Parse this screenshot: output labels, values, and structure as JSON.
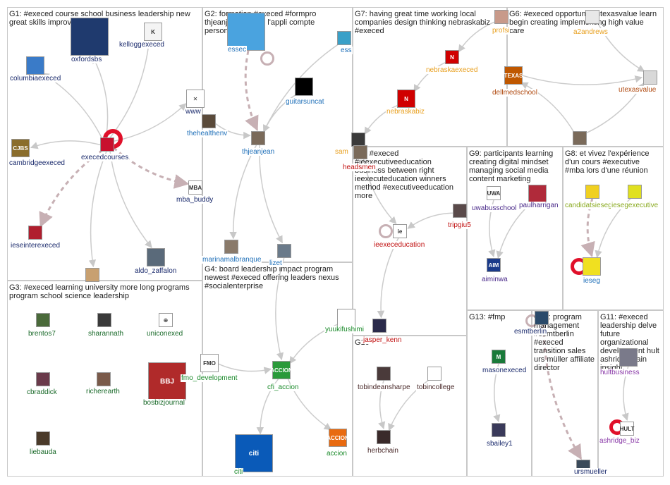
{
  "groups": [
    {
      "id": "G1",
      "label": "G1: #execed course school business leadership new great skills improve w"
    },
    {
      "id": "G2",
      "label": "G2: formation #execed #formpro thjeanjean une cc l'appli compte personnel devrait"
    },
    {
      "id": "G7",
      "label": "G7: having great time working local companies design thinking nebraskabiz #execed"
    },
    {
      "id": "G6",
      "label": "G6: #execed opportunity utexasvalue learn begin creating implementing high value care"
    },
    {
      "id": "G5",
      "label": "G5: #execed #ieexecutiveeducation business between right ieexecuteducation winners method #executiveeducation more"
    },
    {
      "id": "G9",
      "label": "G9: participants learning creating digital mindset managing social media content marketing"
    },
    {
      "id": "G8",
      "label": "G8: et vivez l'expérience d'un cours #executive #mba lors d'une réunion"
    },
    {
      "id": "G3",
      "label": "G3: #execed learning university more long programs program school science leadership"
    },
    {
      "id": "G4",
      "label": "G4: board leadership impact program newest #execed offering leaders nexus #socialenterprise"
    },
    {
      "id": "G10",
      "label": "G10"
    },
    {
      "id": "G13",
      "label": "G13: #fmp"
    },
    {
      "id": "G12",
      "label": "G12: program management #esmtberlin #execed transition sales urs müller affiliate director"
    },
    {
      "id": "G11",
      "label": "G11: #execed leadership delve future organizational development hult ashridge gain insight"
    }
  ],
  "nodes": [
    {
      "id": "oxfordsbs",
      "label": "oxfordsbs",
      "color": "#1f3a6e",
      "avatar_text": "",
      "label_color": "#1a2a6c"
    },
    {
      "id": "kelloggexeced",
      "label": "kelloggexeced",
      "color": "#f4f4f4",
      "avatar_text": "K",
      "label_color": "#1a2a6c"
    },
    {
      "id": "columbiaexeced",
      "label": "columbiaexeced",
      "color": "#3a7bc8",
      "avatar_text": "",
      "label_color": "#1a2a6c"
    },
    {
      "id": "www",
      "label": "www",
      "color": "#ffffff",
      "avatar_text": "✕",
      "label_color": "#1a2a6c"
    },
    {
      "id": "cambridgeexeced",
      "label": "cambridgeexeced",
      "color": "#8a6d2c",
      "avatar_text": "CJBS",
      "label_color": "#1a2a6c"
    },
    {
      "id": "execedcourses",
      "label": "execedcourses",
      "color": "#c8102e",
      "avatar_text": "",
      "label_color": "#1a2a6c"
    },
    {
      "id": "mba_buddy",
      "label": "mba_buddy",
      "color": "#ffffff",
      "avatar_text": "MBA",
      "label_color": "#1a2a6c"
    },
    {
      "id": "ieseinterexeced",
      "label": "ieseinterexeced",
      "color": "#b01e2e",
      "avatar_text": "",
      "label_color": "#1a2a6c"
    },
    {
      "id": "aldo_zaffalon",
      "label": "aldo_zaffalon",
      "color": "#5a6a7a",
      "avatar_text": "",
      "label_color": "#1a2a6c"
    },
    {
      "id": "essec",
      "label": "essec",
      "color": "#4aa3df",
      "avatar_text": "",
      "label_color": "#1e6fb8"
    },
    {
      "id": "ess",
      "label": "ess",
      "color": "#39a0c8",
      "avatar_text": "",
      "label_color": "#1e6fb8"
    },
    {
      "id": "guitarsuncat",
      "label": "guitarsuncat",
      "color": "#000000",
      "avatar_text": "",
      "label_color": "#1e6fb8"
    },
    {
      "id": "thehealthenv",
      "label": "thehealthenv",
      "color": "#5a4a3a",
      "avatar_text": "",
      "label_color": "#1e6fb8"
    },
    {
      "id": "thjeanjean",
      "label": "thjeanjean",
      "color": "#7a6a5a",
      "avatar_text": "",
      "label_color": "#1e6fb8"
    },
    {
      "id": "marinamalbranque",
      "label": "marinamalbranque",
      "color": "#8a7a6a",
      "avatar_text": "",
      "label_color": "#1e6fb8"
    },
    {
      "id": "lizet",
      "label": "lizet",
      "color": "#6a7a8a",
      "avatar_text": "",
      "label_color": "#1e6fb8"
    },
    {
      "id": "profsi",
      "label": "profsi",
      "color": "#c89a8a",
      "avatar_text": "",
      "label_color": "#e8a020"
    },
    {
      "id": "nebraskaexeced",
      "label": "nebraskaexeced",
      "color": "#d00000",
      "avatar_text": "N",
      "label_color": "#e8a020"
    },
    {
      "id": "nebraskabiz",
      "label": "nebraskabiz",
      "color": "#d00000",
      "avatar_text": "N",
      "label_color": "#e8a020"
    },
    {
      "id": "sam",
      "label": "sam",
      "color": "#3a3a3a",
      "avatar_text": "",
      "label_color": "#e8a020"
    },
    {
      "id": "a2andrews",
      "label": "a2andrews",
      "color": "#e8e8e8",
      "avatar_text": "",
      "label_color": "#e8a020"
    },
    {
      "id": "dellmedschool",
      "label": "dellmedschool",
      "color": "#bf5700",
      "avatar_text": "TEXAS",
      "label_color": "#b04a10"
    },
    {
      "id": "utexasvalue",
      "label": "utexasvalue",
      "color": "#d8d8d8",
      "avatar_text": "",
      "label_color": "#b04a10"
    },
    {
      "id": "dellmed_person",
      "label": "",
      "color": "#7a6a5a",
      "avatar_text": "",
      "label_color": "#b04a10"
    },
    {
      "id": "headsmen",
      "label": "headsmen",
      "color": "#7a6a5a",
      "avatar_text": "",
      "label_color": "#c01010"
    },
    {
      "id": "ieexeceducation",
      "label": "ieexeceducation",
      "color": "#ffffff",
      "avatar_text": "ie",
      "label_color": "#c01010"
    },
    {
      "id": "tripgiu5",
      "label": "tripgiu5",
      "color": "#5a4a4a",
      "avatar_text": "",
      "label_color": "#c01010"
    },
    {
      "id": "jasper_kenn",
      "label": "jasper_kenn",
      "color": "#2a2a4a",
      "avatar_text": "",
      "label_color": "#c01010"
    },
    {
      "id": "uwabusschool",
      "label": "uwabusschool",
      "color": "#ffffff",
      "avatar_text": "UWA",
      "label_color": "#4a2a8a"
    },
    {
      "id": "paulharrigan",
      "label": "paulharrigan",
      "color": "#b02a3a",
      "avatar_text": "",
      "label_color": "#4a2a8a"
    },
    {
      "id": "aiminwa",
      "label": "aiminwa",
      "color": "#1a3a8a",
      "avatar_text": "AIM",
      "label_color": "#4a2a8a"
    },
    {
      "id": "candidatsieseg",
      "label": "candidatsieseg",
      "color": "#f0d020",
      "avatar_text": "",
      "label_color": "#8aaa20"
    },
    {
      "id": "iesegexecutive",
      "label": "iesegexecutive",
      "color": "#e0e020",
      "avatar_text": "",
      "label_color": "#8aaa20"
    },
    {
      "id": "ieseg",
      "label": "ieseg",
      "color": "#f0e020",
      "avatar_text": "",
      "label_color": "#1e6fb8"
    },
    {
      "id": "brentos7",
      "label": "brentos7",
      "color": "#4a6a3a",
      "avatar_text": "",
      "label_color": "#1a6a2a"
    },
    {
      "id": "sharannath",
      "label": "sharannath",
      "color": "#3a3a3a",
      "avatar_text": "",
      "label_color": "#1a6a2a"
    },
    {
      "id": "uniconexed",
      "label": "uniconexed",
      "color": "#ffffff",
      "avatar_text": "⊕",
      "label_color": "#1a6a2a"
    },
    {
      "id": "cbraddick",
      "label": "cbraddick",
      "color": "#6a3a4a",
      "avatar_text": "",
      "label_color": "#1a6a2a"
    },
    {
      "id": "richerearth",
      "label": "richerearth",
      "color": "#7a5a4a",
      "avatar_text": "",
      "label_color": "#1a6a2a"
    },
    {
      "id": "bosbizjournal",
      "label": "bosbizjournal",
      "color": "#b02a2a",
      "avatar_text": "BBJ",
      "label_color": "#1a6a2a"
    },
    {
      "id": "liebauda",
      "label": "liebauda",
      "color": "#4a3a2a",
      "avatar_text": "",
      "label_color": "#1a6a2a"
    },
    {
      "id": "herbane",
      "label": "",
      "color": "#c8a070",
      "avatar_text": "",
      "label_color": "#1a6a2a"
    },
    {
      "id": "yuukifushimi",
      "label": "yuukifushimi",
      "color": "#ffffff",
      "avatar_text": "",
      "label_color": "#1a8a2a"
    },
    {
      "id": "fmo_development",
      "label": "fmo_development",
      "color": "#ffffff",
      "avatar_text": "FMO",
      "label_color": "#1a8a2a"
    },
    {
      "id": "cfi_accion",
      "label": "cfi_accion",
      "color": "#2a9a3a",
      "avatar_text": "ACCION",
      "label_color": "#1a8a2a"
    },
    {
      "id": "citi",
      "label": "citi",
      "color": "#0a5ab8",
      "avatar_text": "citi",
      "label_color": "#1a8a2a"
    },
    {
      "id": "accion",
      "label": "accion",
      "color": "#e86a10",
      "avatar_text": "ACCION",
      "label_color": "#1a8a2a"
    },
    {
      "id": "tobindeansharpe",
      "label": "tobindeansharpe",
      "color": "#4a3a3a",
      "avatar_text": "",
      "label_color": "#4a2a2a"
    },
    {
      "id": "tobincollege",
      "label": "tobincollege",
      "color": "#ffffff",
      "avatar_text": "",
      "label_color": "#4a2a2a"
    },
    {
      "id": "herbchain",
      "label": "herbchain",
      "color": "#3a2a2a",
      "avatar_text": "",
      "label_color": "#4a2a2a"
    },
    {
      "id": "masonexeced",
      "label": "masonexeced",
      "color": "#1a7a3a",
      "avatar_text": "M",
      "label_color": "#1a2a6c"
    },
    {
      "id": "sbailey1",
      "label": "sbailey1",
      "color": "#3a3a5a",
      "avatar_text": "",
      "label_color": "#1a2a6c"
    },
    {
      "id": "esmtberlin",
      "label": "esmtberlin",
      "color": "#2a4a6a",
      "avatar_text": "",
      "label_color": "#1a2a6c"
    },
    {
      "id": "ursmueller",
      "label": "ursmueller",
      "color": "#3a4a5a",
      "avatar_text": "",
      "label_color": "#1a2a6c"
    },
    {
      "id": "hultbusiness",
      "label": "hultbusiness",
      "color": "#7a7a8a",
      "avatar_text": "",
      "label_color": "#8a3aa8"
    },
    {
      "id": "ashridge_biz",
      "label": "ashridge_biz",
      "color": "#ffffff",
      "avatar_text": "HULT",
      "label_color": "#8a3aa8"
    }
  ],
  "edges": [
    {
      "from": "execedcourses",
      "to": "oxfordsbs",
      "color": "#cccccc",
      "dashed": false
    },
    {
      "from": "execedcourses",
      "to": "kelloggexeced",
      "color": "#cccccc",
      "dashed": false
    },
    {
      "from": "execedcourses",
      "to": "columbiaexeced",
      "color": "#cccccc",
      "dashed": false
    },
    {
      "from": "execedcourses",
      "to": "www",
      "color": "#cccccc",
      "dashed": false
    },
    {
      "from": "execedcourses",
      "to": "cambridgeexeced",
      "color": "#cccccc",
      "dashed": false
    },
    {
      "from": "execedcourses",
      "to": "mba_buddy",
      "color": "#c7b0b4",
      "dashed": true
    },
    {
      "from": "execedcourses",
      "to": "ieseinterexeced",
      "color": "#c7b0b4",
      "dashed": true
    },
    {
      "from": "execedcourses",
      "to": "aldo_zaffalon",
      "color": "#cccccc",
      "dashed": false
    },
    {
      "from": "execedcourses",
      "to": "herbane",
      "color": "#cccccc",
      "dashed": false
    },
    {
      "from": "essec",
      "to": "thjeanjean",
      "color": "#c7b0b4",
      "dashed": true
    },
    {
      "from": "ess",
      "to": "thjeanjean",
      "color": "#cccccc",
      "dashed": false
    },
    {
      "from": "guitarsuncat",
      "to": "thjeanjean",
      "color": "#cccccc",
      "dashed": false
    },
    {
      "from": "thehealthenv",
      "to": "thjeanjean",
      "color": "#cccccc",
      "dashed": false
    },
    {
      "from": "thjeanjean",
      "to": "marinamalbranque",
      "color": "#cccccc",
      "dashed": false
    },
    {
      "from": "thjeanjean",
      "to": "lizet",
      "color": "#cccccc",
      "dashed": false
    },
    {
      "from": "nebraskaexeced",
      "to": "nebraskabiz",
      "color": "#cccccc",
      "dashed": false
    },
    {
      "from": "profsi",
      "to": "nebraskaexeced",
      "color": "#cccccc",
      "dashed": false
    },
    {
      "from": "nebraskabiz",
      "to": "sam",
      "color": "#cccccc",
      "dashed": false
    },
    {
      "from": "a2andrews",
      "to": "utexasvalue",
      "color": "#cccccc",
      "dashed": false
    },
    {
      "from": "dellmedschool",
      "to": "utexasvalue",
      "color": "#cccccc",
      "dashed": false
    },
    {
      "from": "dellmed_person",
      "to": "dellmedschool",
      "color": "#cccccc",
      "dashed": false
    },
    {
      "from": "dellmed_person",
      "to": "utexasvalue",
      "color": "#cccccc",
      "dashed": false
    },
    {
      "from": "tripgiu5",
      "to": "ieexeceducation",
      "color": "#cccccc",
      "dashed": false
    },
    {
      "from": "ieexeceducation",
      "to": "jasper_kenn",
      "color": "#cccccc",
      "dashed": false
    },
    {
      "from": "headsmen",
      "to": "ieexeceducation",
      "color": "#cccccc",
      "dashed": false
    },
    {
      "from": "uwabusschool",
      "to": "aiminwa",
      "color": "#cccccc",
      "dashed": false
    },
    {
      "from": "paulharrigan",
      "to": "aiminwa",
      "color": "#cccccc",
      "dashed": false
    },
    {
      "from": "candidatsieseg",
      "to": "ieseg",
      "color": "#c7b0b4",
      "dashed": true
    },
    {
      "from": "iesegexecutive",
      "to": "ieseg",
      "color": "#cccccc",
      "dashed": false
    },
    {
      "from": "yuukifushimi",
      "to": "cfi_accion",
      "color": "#cccccc",
      "dashed": false
    },
    {
      "from": "fmo_development",
      "to": "cfi_accion",
      "color": "#cccccc",
      "dashed": false
    },
    {
      "from": "cfi_accion",
      "to": "citi",
      "color": "#cccccc",
      "dashed": false
    },
    {
      "from": "cfi_accion",
      "to": "accion",
      "color": "#cccccc",
      "dashed": false
    },
    {
      "from": "lizet",
      "to": "cfi_accion",
      "color": "#cccccc",
      "dashed": false
    },
    {
      "from": "tobindeansharpe",
      "to": "herbchain",
      "color": "#cccccc",
      "dashed": false
    },
    {
      "from": "tobincollege",
      "to": "herbchain",
      "color": "#cccccc",
      "dashed": false
    },
    {
      "from": "masonexeced",
      "to": "sbailey1",
      "color": "#cccccc",
      "dashed": false
    },
    {
      "from": "esmtberlin",
      "to": "ursmueller",
      "color": "#c7b0b4",
      "dashed": true
    },
    {
      "from": "hultbusiness",
      "to": "ashridge_biz",
      "color": "#cccccc",
      "dashed": false
    }
  ]
}
